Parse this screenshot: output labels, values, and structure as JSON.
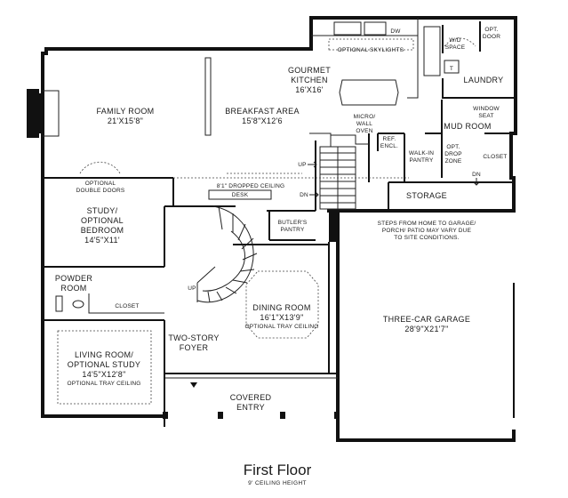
{
  "title": "First Floor",
  "subtitle": "9' CEILING HEIGHT",
  "rooms": {
    "family_room": {
      "name": "FAMILY ROOM",
      "size": "21'X15'8\""
    },
    "breakfast": {
      "name": "BREAKFAST AREA",
      "size": "15'8\"X12'6"
    },
    "kitchen": {
      "name1": "GOURMET",
      "name2": "KITCHEN",
      "size": "16'X16'"
    },
    "laundry": {
      "name": "LAUNDRY"
    },
    "mud_room": {
      "name": "MUD ROOM"
    },
    "study": {
      "name1": "STUDY/",
      "name2": "OPTIONAL",
      "name3": "BEDROOM",
      "size": "14'5\"X11'"
    },
    "powder": {
      "name1": "POWDER",
      "name2": "ROOM"
    },
    "storage": {
      "name": "STORAGE"
    },
    "dining": {
      "name": "DINING ROOM",
      "size": "16'1\"X13'9\"",
      "note": "OPTIONAL TRAY CEILING"
    },
    "foyer": {
      "name1": "TWO-STORY",
      "name2": "FOYER"
    },
    "garage": {
      "name": "THREE-CAR GARAGE",
      "size": "28'9\"X21'7\""
    },
    "living": {
      "name1": "LIVING ROOM/",
      "name2": "OPTIONAL STUDY",
      "size": "14'5\"X12'8\"",
      "note": "OPTIONAL TRAY CEILING"
    },
    "covered_entry": {
      "name1": "COVERED",
      "name2": "ENTRY"
    }
  },
  "labels": {
    "optional_skylights": "OPTIONAL SKYLIGHTS",
    "dw_kitchen": "DW",
    "wd_space_1": "W/D",
    "wd_space_2": "SPACE",
    "opt_door_1": "OPT.",
    "opt_door_2": "DOOR",
    "t": "T",
    "window_seat_1": "WINDOW",
    "window_seat_2": "SEAT",
    "micro_1": "MICRO/",
    "micro_2": "WALL",
    "micro_3": "OVEN",
    "ref_1": "REF.",
    "ref_2": "ENCL.",
    "walkin_1": "WALK-IN",
    "walkin_2": "PANTRY",
    "drop_1": "OPT.",
    "drop_2": "DROP",
    "drop_3": "ZONE",
    "closet_mud": "CLOSET",
    "dn_mud": "DN",
    "up_stairs": "UP",
    "dn_stairs": "DN",
    "dropped_ceiling": "8'1\" DROPPED CEILING",
    "desk": "DESK",
    "butlers_1": "BUTLER'S",
    "butlers_2": "PANTRY",
    "optional_doors_1": "OPTIONAL",
    "optional_doors_2": "DOUBLE DOORS",
    "steps_1": "STEPS FROM HOME TO GARAGE/",
    "steps_2": "PORCH/ PATIO MAY VARY DUE",
    "steps_3": "TO SITE CONDITIONS.",
    "closet_powder": "CLOSET",
    "up_foyer": "UP"
  }
}
